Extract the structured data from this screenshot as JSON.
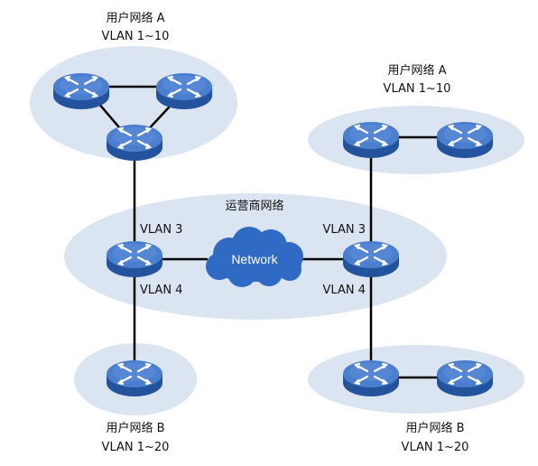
{
  "labels": {
    "top_left_network": "用户网络 A",
    "top_left_vlan": "VLAN 1~10",
    "top_right_network": "用户网络 A",
    "top_right_vlan": "VLAN 1~10",
    "provider_network": "运营商网络",
    "cloud": "Network",
    "left_vlan3": "VLAN 3",
    "left_vlan4": "VLAN 4",
    "right_vlan3": "VLAN 3",
    "right_vlan4": "VLAN 4",
    "bottom_left_network": "用户网络 B",
    "bottom_left_vlan": "VLAN 1~20",
    "bottom_right_network": "用户网络 B",
    "bottom_right_vlan": "VLAN 1~20"
  },
  "colors": {
    "region_fill": "#dbe5f1",
    "cloud_fill": "#2f6bc4",
    "switch_top": "#4a7fd0",
    "switch_side": "#24539e",
    "link": "#000000"
  },
  "icons": {
    "switch": "layer3-switch-icon",
    "cloud": "network-cloud-icon"
  }
}
